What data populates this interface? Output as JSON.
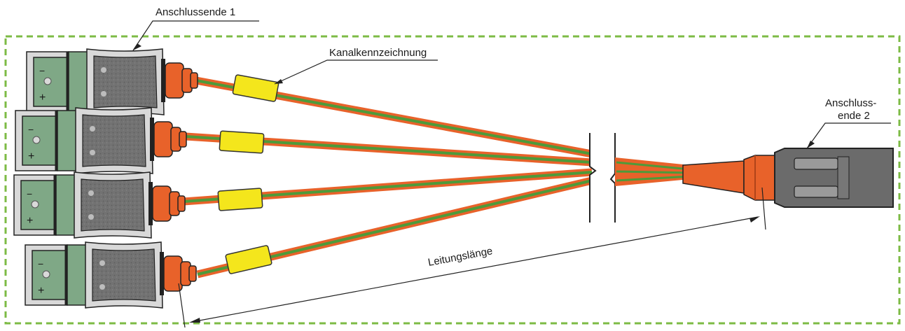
{
  "labels": {
    "end1": "Anschlussende 1",
    "channel_marking": "Kanalkennzeichnung",
    "end2_line1": "Anschluss-",
    "end2_line2": "ende 2",
    "cable_length": "Leitungslänge"
  },
  "colors": {
    "frame": "#7dbb45",
    "connector_body": "#6d6d6d",
    "connector_green": "#7fa886",
    "connector_grey": "#d9d9d9",
    "orange": "#e8622a",
    "cable_green": "#4e9a3a",
    "marker_yellow": "#f4e61c",
    "outline": "#222222"
  },
  "connectors_end1": [
    {
      "id": "1",
      "plus_sign": "+",
      "minus_sign": "−"
    },
    {
      "id": "2",
      "plus_sign": "+",
      "minus_sign": "−"
    },
    {
      "id": "3",
      "plus_sign": "+",
      "minus_sign": "−"
    },
    {
      "id": "4",
      "plus_sign": "+",
      "minus_sign": "−"
    }
  ]
}
